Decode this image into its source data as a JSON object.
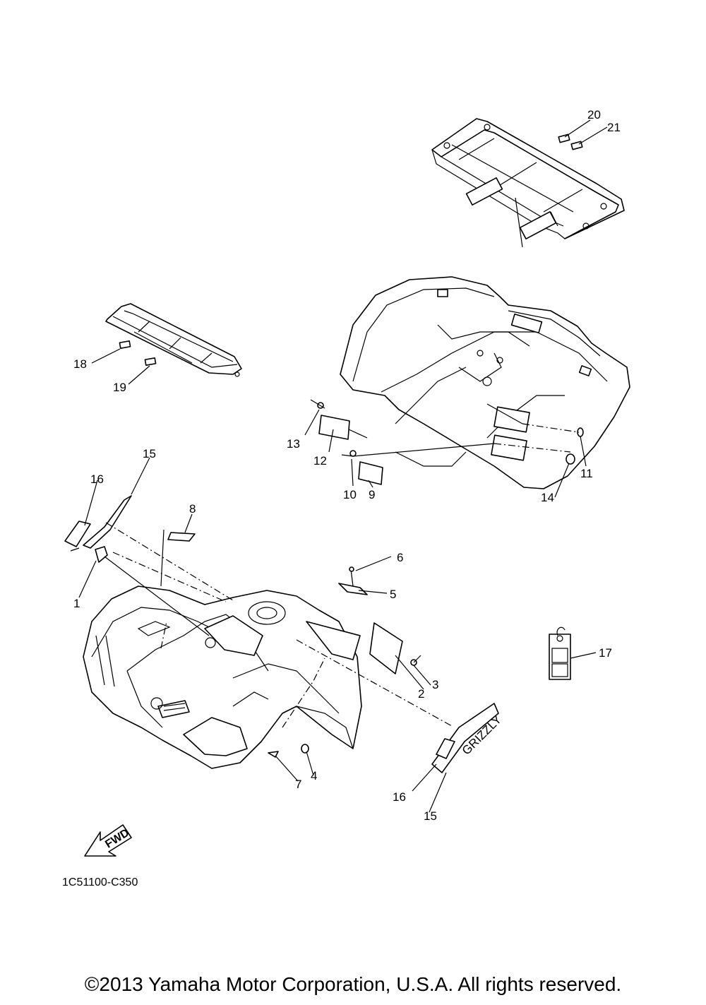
{
  "diagram": {
    "callouts": {
      "c1": "1",
      "c2": "2",
      "c3": "3",
      "c4": "4",
      "c5": "5",
      "c6": "6",
      "c7": "7",
      "c8": "8",
      "c9": "9",
      "c10": "10",
      "c11": "11",
      "c12": "12",
      "c13": "13",
      "c14": "14",
      "c15a": "15",
      "c15b": "15",
      "c16a": "16",
      "c16b": "16",
      "c17": "17",
      "c18": "18",
      "c19": "19",
      "c20": "20",
      "c21": "21"
    },
    "fwd_label": "FWD",
    "decal_text": "GRIZZLY",
    "diagram_code": "1C51100-C350"
  },
  "footer": {
    "copyright": "©2013 Yamaha Motor Corporation, U.S.A. All rights reserved."
  }
}
